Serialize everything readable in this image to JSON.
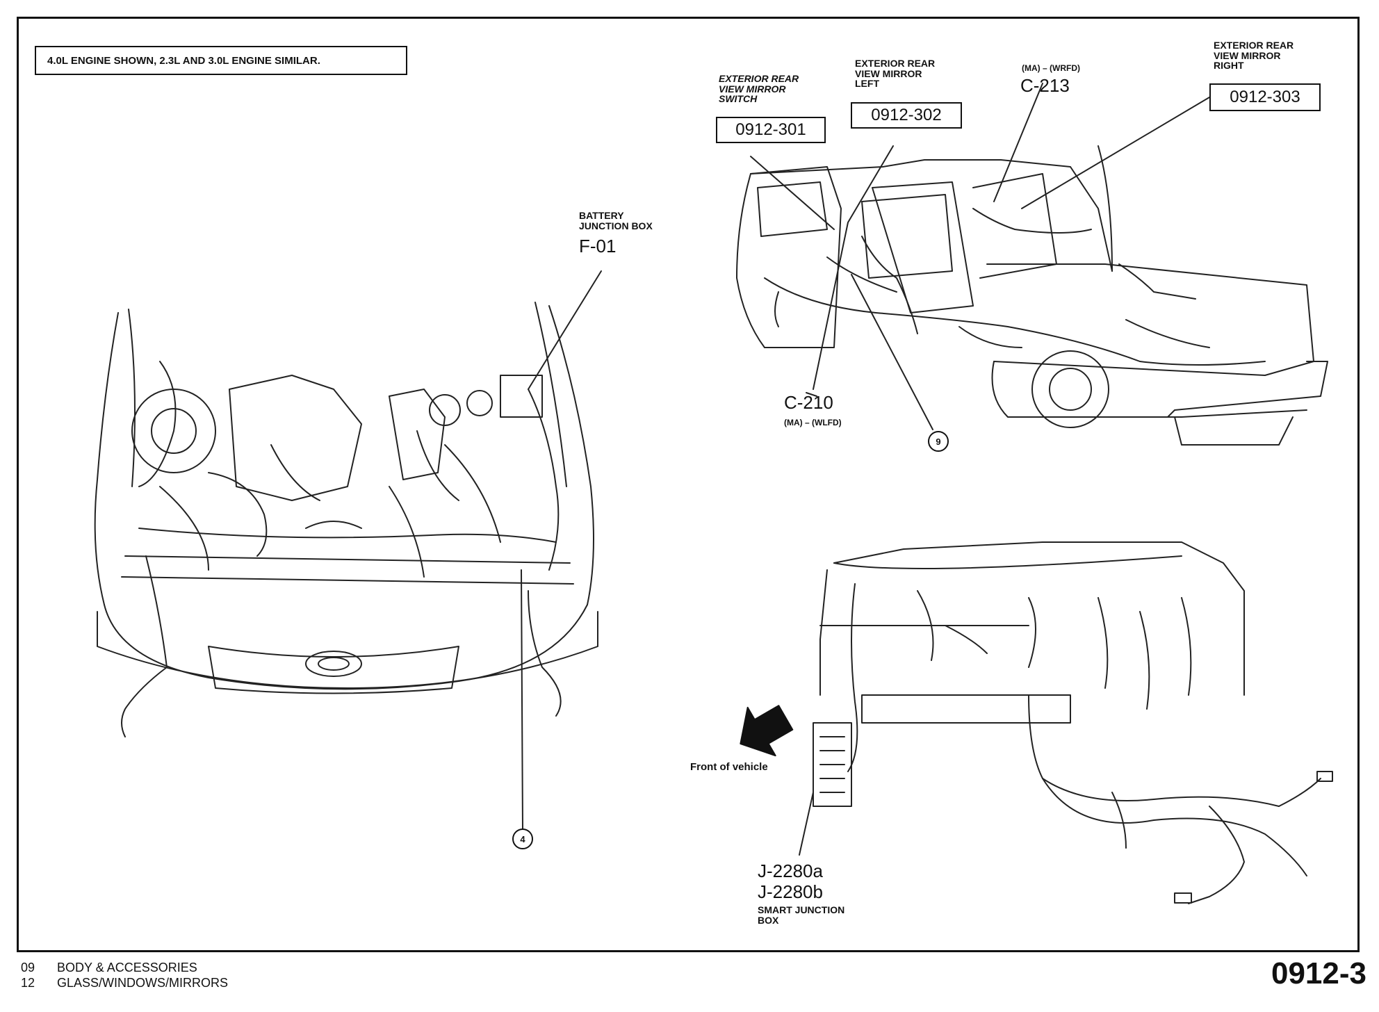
{
  "note": "4.0L ENGINE SHOWN, 2.3L AND 3.0L ENGINE SIMILAR.",
  "labels": {
    "battery_junction_box": "BATTERY\nJUNCTION BOX",
    "battery_code": "F-01",
    "mirror_switch": "EXTERIOR REAR\nVIEW MIRROR\nSWITCH",
    "mirror_switch_ref": "0912-301",
    "mirror_left": "EXTERIOR REAR\nVIEW MIRROR\nLEFT",
    "mirror_left_ref": "0912-302",
    "c213_sub": "(MA) – (WRFD)",
    "c213": "C-213",
    "mirror_right": "EXTERIOR REAR\nVIEW MIRROR\nRIGHT",
    "mirror_right_ref": "0912-303",
    "c210": "C-210",
    "c210_sub": "(MA) – (WLFD)",
    "callout_9": "9",
    "callout_4": "4",
    "front_of_vehicle": "Front of vehicle",
    "j2280a": "J-2280a",
    "j2280b": "J-2280b",
    "smart_junction_box": "SMART JUNCTION\nBOX"
  },
  "footer": {
    "line1_num": "09",
    "line1_text": "BODY & ACCESSORIES",
    "line2_num": "12",
    "line2_text": "GLASS/WINDOWS/MIRRORS",
    "page_code": "0912-3"
  }
}
